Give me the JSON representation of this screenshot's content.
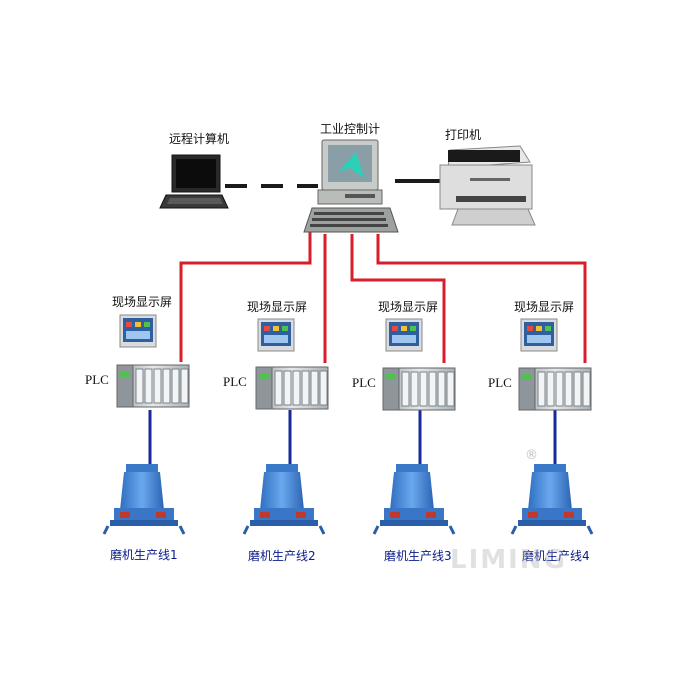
{
  "nodes": {
    "remote_computer": "远程计算机",
    "industrial_computer": "工业控制计",
    "printer": "打印机"
  },
  "stations": [
    {
      "display": "现场显示屏",
      "plc": "PLC",
      "line": "磨机生产线1"
    },
    {
      "display": "现场显示屏",
      "plc": "PLC",
      "line": "磨机生产线2"
    },
    {
      "display": "现场显示屏",
      "plc": "PLC",
      "line": "磨机生产线3"
    },
    {
      "display": "现场显示屏",
      "plc": "PLC",
      "line": "磨机生产线4"
    }
  ],
  "watermark": "LIMING",
  "watermark_mark": "®",
  "colors": {
    "network_line": "#d81e2a",
    "signal_line": "#1a2a9a",
    "dashed_link": "#1a1a1a",
    "mill_blue": "#4a8ad8"
  }
}
